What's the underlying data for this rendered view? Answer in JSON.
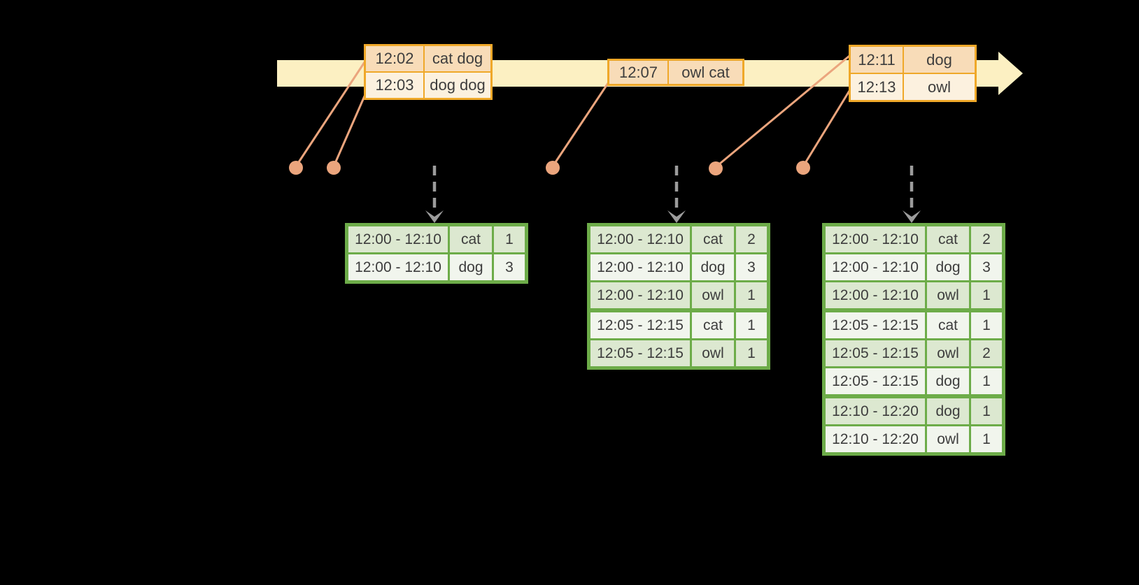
{
  "diagram": {
    "title": "windowed-grouped-aggregation-timeline",
    "events": [
      {
        "name": "event-batch-1",
        "rows": [
          {
            "time": "12:02",
            "words": "cat dog"
          },
          {
            "time": "12:03",
            "words": "dog dog"
          }
        ]
      },
      {
        "name": "event-batch-2",
        "rows": [
          {
            "time": "12:07",
            "words": "owl cat"
          }
        ]
      },
      {
        "name": "event-batch-3",
        "rows": [
          {
            "time": "12:11",
            "words": "dog"
          },
          {
            "time": "12:13",
            "words": "owl"
          }
        ]
      }
    ],
    "result_tables": [
      {
        "name": "result-table-1",
        "rows": [
          {
            "window": "12:00 - 12:10",
            "word": "cat",
            "count": "1"
          },
          {
            "window": "12:00 - 12:10",
            "word": "dog",
            "count": "3"
          }
        ]
      },
      {
        "name": "result-table-2",
        "rows": [
          {
            "window": "12:00 - 12:10",
            "word": "cat",
            "count": "2"
          },
          {
            "window": "12:00 - 12:10",
            "word": "dog",
            "count": "3"
          },
          {
            "window": "12:00 - 12:10",
            "word": "owl",
            "count": "1"
          },
          {
            "window": "12:05 - 12:15",
            "word": "cat",
            "count": "1"
          },
          {
            "window": "12:05 - 12:15",
            "word": "owl",
            "count": "1"
          }
        ]
      },
      {
        "name": "result-table-3",
        "rows": [
          {
            "window": "12:00 - 12:10",
            "word": "cat",
            "count": "2"
          },
          {
            "window": "12:00 - 12:10",
            "word": "dog",
            "count": "3"
          },
          {
            "window": "12:00 - 12:10",
            "word": "owl",
            "count": "1"
          },
          {
            "window": "12:05 - 12:15",
            "word": "cat",
            "count": "1"
          },
          {
            "window": "12:05 - 12:15",
            "word": "owl",
            "count": "2"
          },
          {
            "window": "12:05 - 12:15",
            "word": "dog",
            "count": "1"
          },
          {
            "window": "12:10 - 12:20",
            "word": "dog",
            "count": "1"
          },
          {
            "window": "12:10 - 12:20",
            "word": "owl",
            "count": "1"
          }
        ]
      }
    ],
    "colors": {
      "background": "#000000",
      "timeline": "#fcf0c2",
      "event_border": "#efa829",
      "event_fill_dark": "#f8dcb8",
      "event_fill_light": "#fcf1df",
      "connector": "#eba57d",
      "table_border": "#6dac49",
      "row_dark": "#dce8d0",
      "row_light": "#f1f5ed",
      "gray": "#9c9c9c",
      "text": "#3d3d3d"
    }
  }
}
